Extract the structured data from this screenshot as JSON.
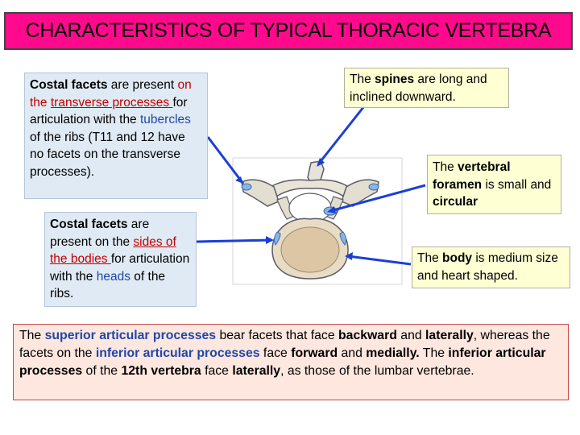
{
  "title": "CHARACTERISTICS OF  TYPICAL THORACIC VERTEBRA",
  "box_transverse": {
    "t1": "Costal facets",
    "t2": " are present ",
    "t3": "on the ",
    "t4": "transverse processes ",
    "t5": "for articulation with the ",
    "t6": "tubercles",
    "t7": " of the ribs (T11 and 12 have no facets on the transverse processes)."
  },
  "box_bodies": {
    "t1": "Costal facets",
    "t2": " are present on the ",
    "t3": "sides of the bodies ",
    "t4": "for articulation with the ",
    "t5": "heads",
    "t6": " of the ribs."
  },
  "box_spines": {
    "t1": "The ",
    "t2": "spines",
    "t3": " are long and inclined downward."
  },
  "box_foramen": {
    "t1": "The ",
    "t2": "vertebral foramen",
    "t3": " is small and ",
    "t4": "circular"
  },
  "box_body": {
    "t1": "The ",
    "t2": "body",
    "t3": " is medium size and heart shaped."
  },
  "box_articular": {
    "t1": "The ",
    "t2": "superior articular processes",
    "t3": " bear facets that face ",
    "t4": "backward",
    "t5": " and ",
    "t6": "laterally",
    "t7": ", whereas the facets on the ",
    "t8": "inferior articular processes",
    "t9": " face ",
    "t10": "forward",
    "t11": " and ",
    "t12": "medially.",
    "t13": " The ",
    "t14": "inferior articular processes",
    "t15": " of the ",
    "t16": "12th vertebra",
    "t17": " face ",
    "t18": "laterally",
    "t19": ", as those of the lumbar vertebrae."
  },
  "colors": {
    "title_bg": "#ff0a8c",
    "red_text": "#c00000",
    "blue_text": "#1f47a8",
    "arrow": "#1a3fd6"
  }
}
